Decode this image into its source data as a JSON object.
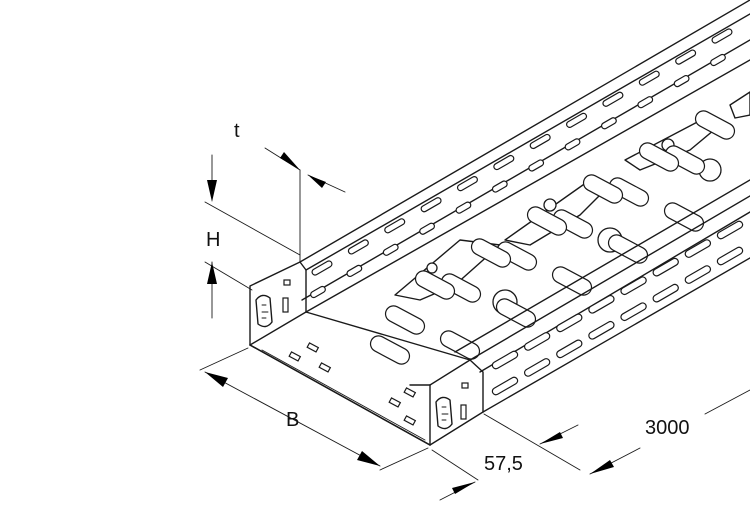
{
  "dimensions": {
    "thickness": "t",
    "height": "H",
    "width": "B",
    "edge_offset": "57,5",
    "length": "3000"
  },
  "colors": {
    "line": "#1a1a1a",
    "background": "#ffffff"
  }
}
